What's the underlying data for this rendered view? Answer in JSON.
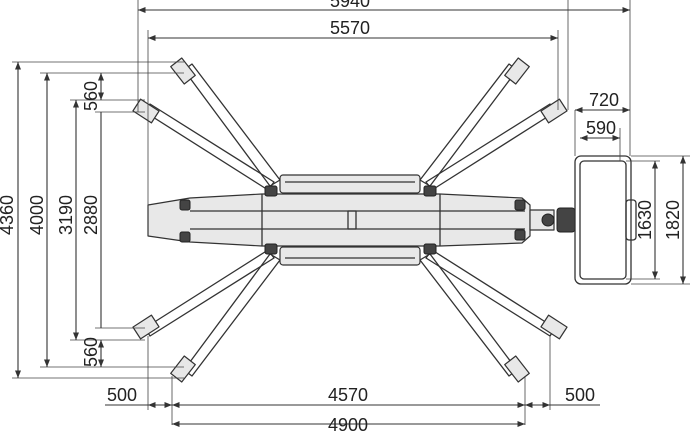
{
  "diagram": {
    "dimensions": {
      "overall_length": "5940",
      "boom_length": "5570",
      "basket_offset": "720",
      "basket_depth": "590",
      "basket_width_inner": "1630",
      "basket_width_outer": "1820",
      "height_total": "4360",
      "height_outriggers_outer": "4000",
      "height_outriggers_inner": "3190",
      "height_pads": "2880",
      "pad_top": "560",
      "pad_bottom": "560",
      "left_offset": "500",
      "right_offset": "500",
      "inner_span": "4570",
      "outer_span": "4900"
    }
  }
}
